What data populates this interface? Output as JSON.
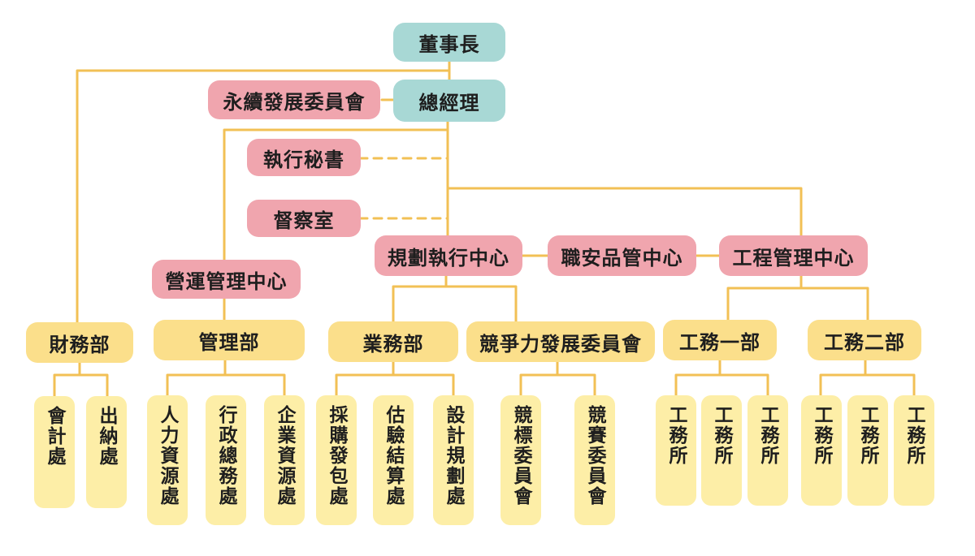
{
  "colors": {
    "line": "#f2c055",
    "executive": "#a8d8d5",
    "committee_center": "#f0a5ae",
    "department": "#fbdf8b",
    "unit": "#fdeea7"
  },
  "nodes": {
    "chairman": "董事長",
    "general_manager": "總經理",
    "sustainability_committee": "永續發展委員會",
    "executive_secretary": "執行秘書",
    "audit_office": "督察室",
    "operations_center": "營運管理中心",
    "planning_center": "規劃執行中心",
    "safety_quality_center": "職安品管中心",
    "engineering_center": "工程管理中心",
    "finance_dept": "財務部",
    "management_dept": "管理部",
    "business_dept": "業務部",
    "competitiveness_committee": "競爭力發展委員會",
    "works_dept_1": "工務一部",
    "works_dept_2": "工務二部",
    "accounting": "會計處",
    "cashier": "出納處",
    "hr": "人力資源處",
    "admin": "行政總務處",
    "enterprise_resources": "企業資源處",
    "procurement": "採購發包處",
    "estimation": "估驗結算處",
    "design": "設計規劃處",
    "bidding_committee": "競標委員會",
    "competition_committee": "競賽委員會",
    "site_office_1a": "工務所",
    "site_office_1b": "工務所",
    "site_office_1c": "工務所",
    "site_office_2a": "工務所",
    "site_office_2b": "工務所",
    "site_office_2c": "工務所"
  }
}
